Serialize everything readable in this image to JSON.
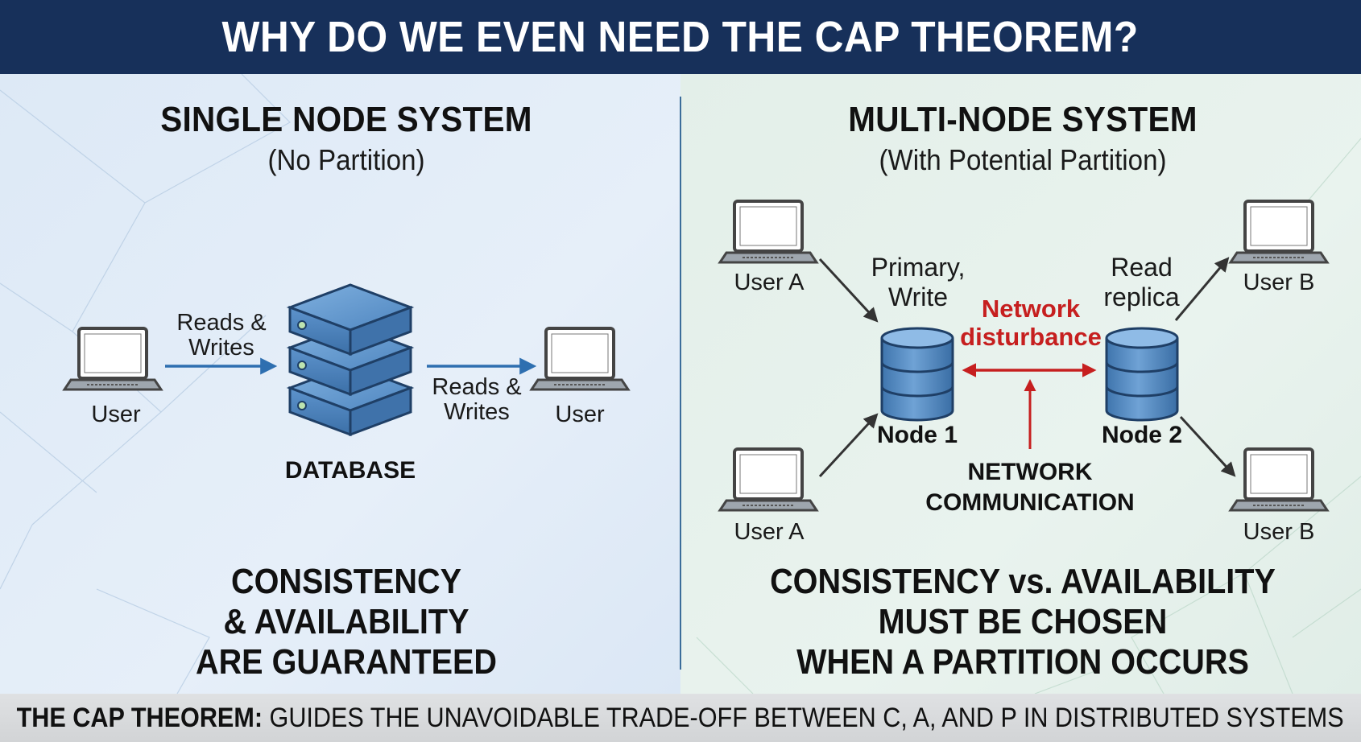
{
  "header": {
    "title": "WHY DO WE EVEN NEED THE CAP THEOREM?"
  },
  "left": {
    "title": "SINGLE NODE SYSTEM",
    "subtitle": "(No Partition)",
    "user_left_label": "User",
    "user_right_label": "User",
    "arrow_in_label_1": "Reads &",
    "arrow_in_label_2": "Writes",
    "arrow_out_label_1": "Reads &",
    "arrow_out_label_2": "Writes",
    "database_label": "DATABASE",
    "conclusion": [
      "CONSISTENCY",
      "& AVAILABILITY",
      "ARE GUARANTEED"
    ]
  },
  "right": {
    "title": "MULTI-NODE SYSTEM",
    "subtitle": "(With Potential Partition)",
    "user_a_top": "User A",
    "user_a_bottom": "User A",
    "user_b_top": "User B",
    "user_b_bottom": "User B",
    "primary_label_1": "Primary,",
    "primary_label_2": "Write",
    "replica_label_1": "Read",
    "replica_label_2": "replica",
    "node1_label": "Node 1",
    "node2_label": "Node 2",
    "disturbance_1": "Network",
    "disturbance_2": "disturbance",
    "communication_1": "NETWORK",
    "communication_2": "COMMUNICATION",
    "conclusion": [
      "CONSISTENCY vs. AVAILABILITY",
      "MUST BE CHOSEN",
      "WHEN A PARTITION OCCURS"
    ]
  },
  "footer": {
    "strong": "THE CAP THEOREM:",
    "text": " GUIDES THE UNAVOIDABLE TRADE-OFF BETWEEN C, A, AND P IN DISTRIBUTED SYSTEMS"
  },
  "colors": {
    "header_bg": "#17305a",
    "arrow_blue": "#2e6fb0",
    "partition_red": "#c61f1f",
    "db_blue": "#4f86c0"
  }
}
